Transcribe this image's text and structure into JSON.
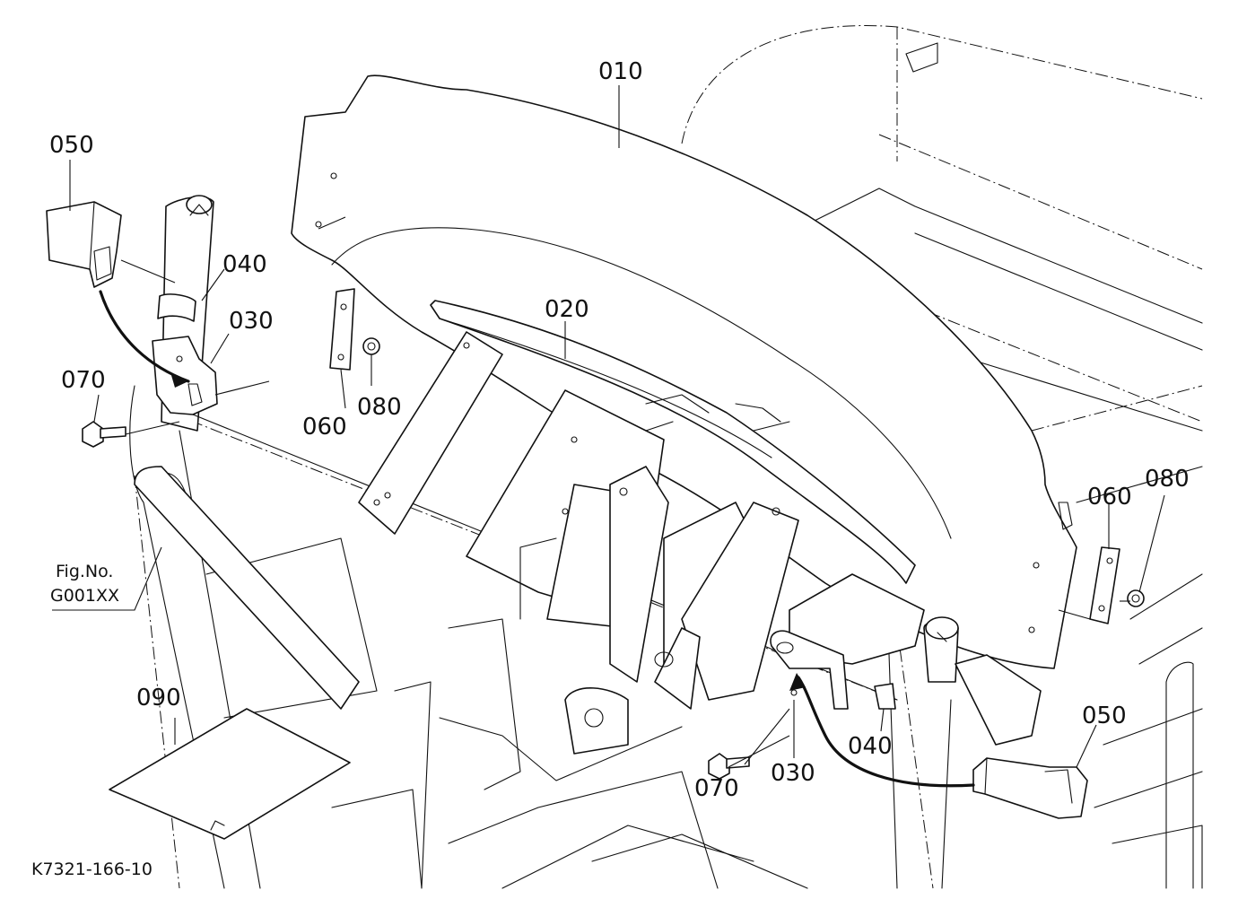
{
  "diagram": {
    "callouts": {
      "c010": "010",
      "c020": "020",
      "c030_left": "030",
      "c030_right": "030",
      "c040_left": "040",
      "c040_right": "040",
      "c050_left": "050",
      "c050_right": "050",
      "c060_left": "060",
      "c060_right": "060",
      "c070_left": "070",
      "c070_right": "070",
      "c080_left": "080",
      "c080_right": "080",
      "c090": "090"
    },
    "fig_ref": {
      "line1": "Fig.No.",
      "line2": "G001XX"
    },
    "drawing_number": "K7321-166-10"
  }
}
